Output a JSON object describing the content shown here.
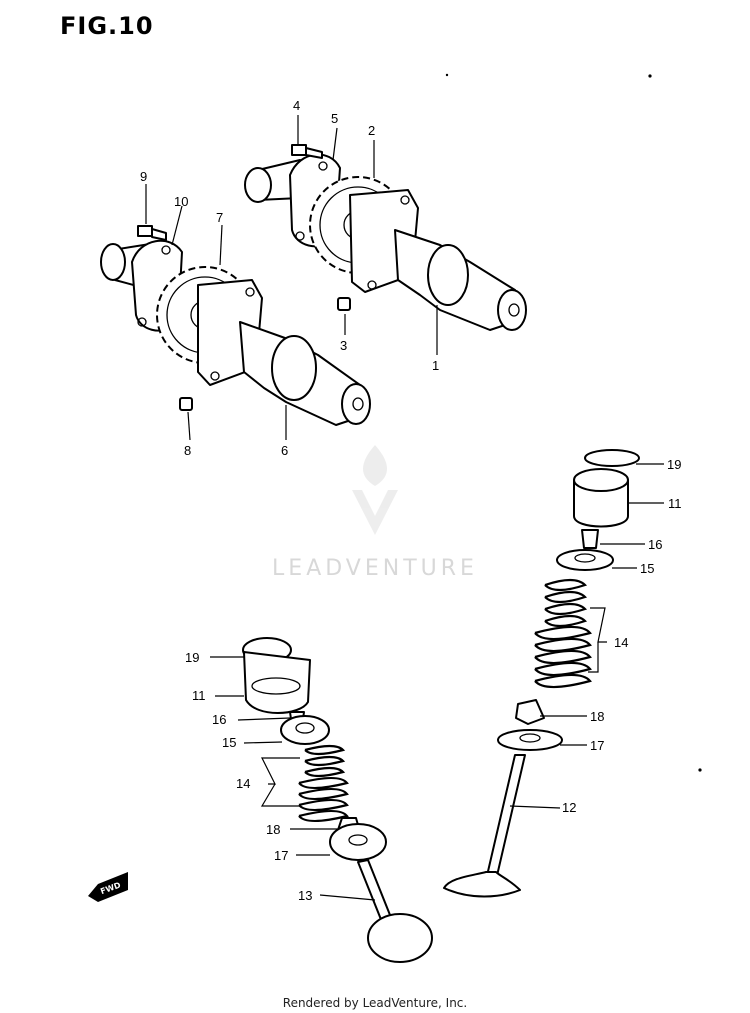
{
  "figure": {
    "title": "FIG.10",
    "watermark": "LEADVENTURE",
    "footer": "Rendered by LeadVenture, Inc.",
    "fwd_label": "FWD"
  },
  "callouts": [
    {
      "id": "c1",
      "label": "1"
    },
    {
      "id": "c2",
      "label": "2"
    },
    {
      "id": "c3",
      "label": "3"
    },
    {
      "id": "c4",
      "label": "4"
    },
    {
      "id": "c5",
      "label": "5"
    },
    {
      "id": "c6",
      "label": "6"
    },
    {
      "id": "c7",
      "label": "7"
    },
    {
      "id": "c8",
      "label": "8"
    },
    {
      "id": "c9",
      "label": "9"
    },
    {
      "id": "c10",
      "label": "10"
    },
    {
      "id": "c11a",
      "label": "11"
    },
    {
      "id": "c11b",
      "label": "11"
    },
    {
      "id": "c12",
      "label": "12"
    },
    {
      "id": "c13",
      "label": "13"
    },
    {
      "id": "c14a",
      "label": "14"
    },
    {
      "id": "c14b",
      "label": "14"
    },
    {
      "id": "c15a",
      "label": "15"
    },
    {
      "id": "c15b",
      "label": "15"
    },
    {
      "id": "c16a",
      "label": "16"
    },
    {
      "id": "c16b",
      "label": "16"
    },
    {
      "id": "c17a",
      "label": "17"
    },
    {
      "id": "c17b",
      "label": "17"
    },
    {
      "id": "c18a",
      "label": "18"
    },
    {
      "id": "c18b",
      "label": "18"
    },
    {
      "id": "c19a",
      "label": "19"
    },
    {
      "id": "c19b",
      "label": "19"
    }
  ]
}
